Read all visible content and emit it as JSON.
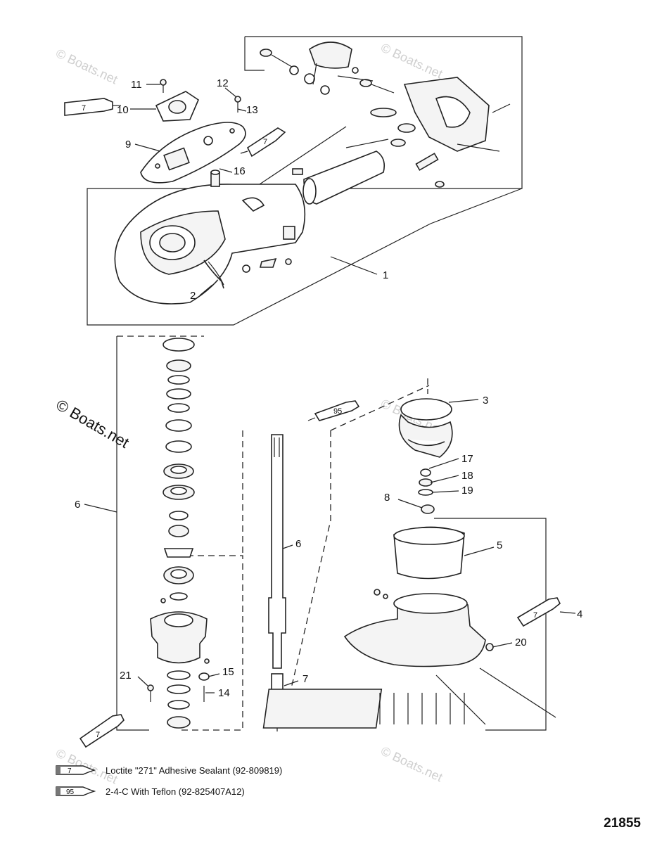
{
  "watermarks": {
    "small": "© Boats.net",
    "large": "© Boats.net"
  },
  "callouts": [
    "1",
    "2",
    "3",
    "4",
    "5",
    "6",
    "7",
    "8",
    "9",
    "10",
    "11",
    "12",
    "13",
    "14",
    "15",
    "16",
    "17",
    "18",
    "19",
    "20",
    "21"
  ],
  "callout_labels": {
    "c1": "1",
    "c2": "2",
    "c3": "3",
    "c4": "4",
    "c5": "5",
    "c6a": "6",
    "c6b": "6",
    "c7a": "7",
    "c8": "8",
    "c9": "9",
    "c10": "10",
    "c11": "11",
    "c12": "12",
    "c13": "13",
    "c14": "14",
    "c15": "15",
    "c16": "16",
    "c17": "17",
    "c18": "18",
    "c19": "19",
    "c20": "20",
    "c21": "21"
  },
  "tube_codes": {
    "t7_a": "7",
    "t7_b": "7",
    "t95": "95",
    "t7_c": "7",
    "t7_d": "7"
  },
  "legend": [
    {
      "code": "7",
      "text": "Loctite \"271\" Adhesive Sealant (92-809819)"
    },
    {
      "code": "95",
      "text": "2-4-C  With Teflon (92-825407A12)"
    }
  ],
  "figure_number": "21855"
}
